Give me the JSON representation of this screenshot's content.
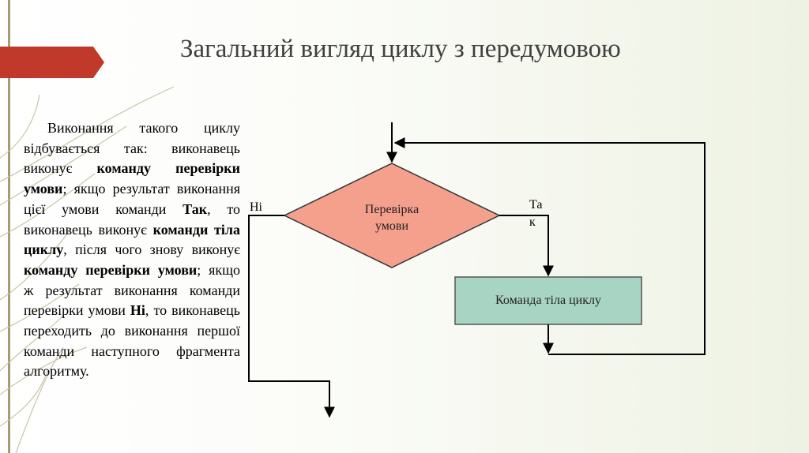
{
  "slide": {
    "title": "Загальний вигляд циклу з передумовою",
    "accent_color": "#c0392b",
    "bar_color": "#a89a73"
  },
  "body": {
    "paragraph": [
      {
        "text": "Виконання такого циклу відбувається так: виконавець виконує ",
        "bold": false
      },
      {
        "text": "команду перевірки умови",
        "bold": true
      },
      {
        "text": "; якщо результат виконання цієї умови команди ",
        "bold": false
      },
      {
        "text": "Так",
        "bold": true
      },
      {
        "text": ", то виконавець виконує ",
        "bold": false
      },
      {
        "text": "команди тіла циклу",
        "bold": true
      },
      {
        "text": ", після чого знову виконує ",
        "bold": false
      },
      {
        "text": "команду перевірки умови",
        "bold": true
      },
      {
        "text": "; якщо ж результат виконання команди перевірки умови ",
        "bold": false
      },
      {
        "text": "Ні",
        "bold": true
      },
      {
        "text": ", то виконавець переходить до виконання першої команди наступного фрагмента алгоритму.",
        "bold": false
      }
    ]
  },
  "flowchart": {
    "condition": {
      "line1": "Перевірка",
      "line2": "умови",
      "fill": "#f4a08c"
    },
    "body_block": {
      "label": "Команда тіла циклу",
      "fill": "#a8d5c3"
    },
    "no_label": "Ні",
    "yes_label_line1": "Та",
    "yes_label_line2": "к"
  }
}
